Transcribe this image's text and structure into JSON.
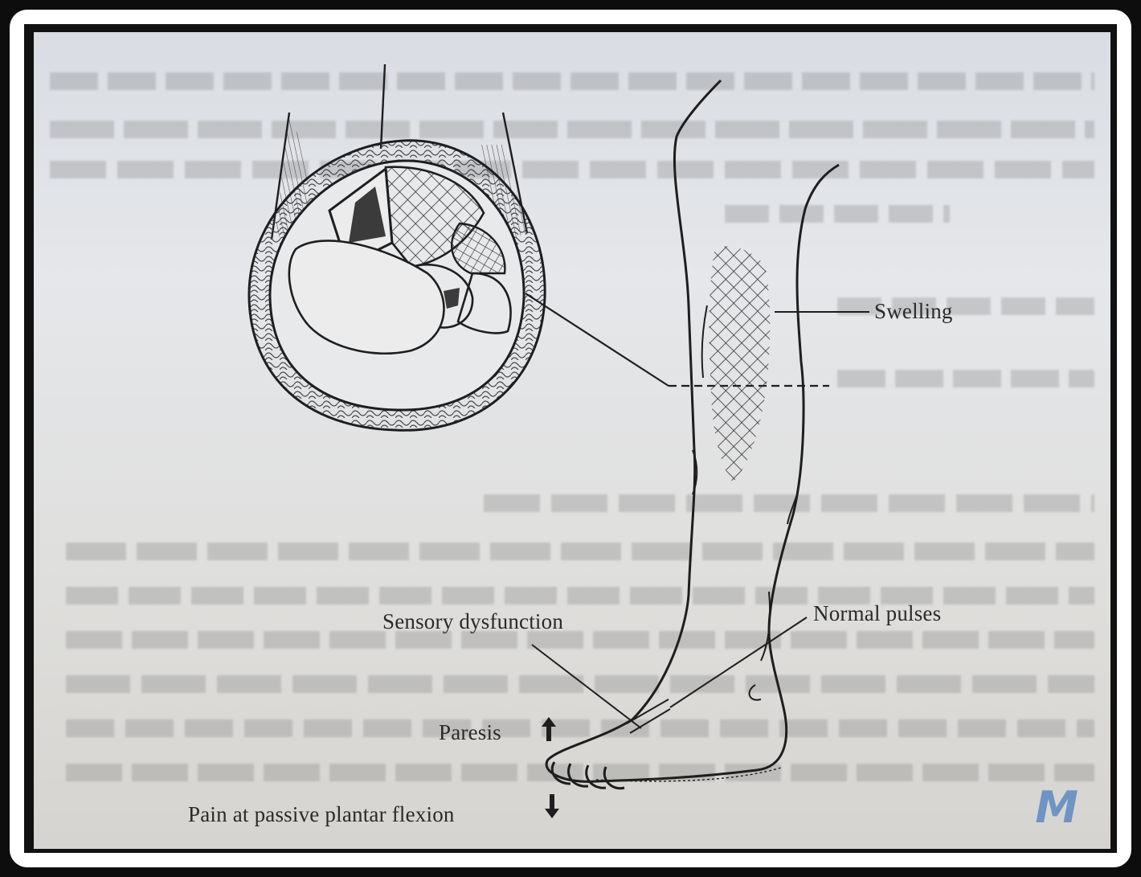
{
  "figure": {
    "labels": {
      "swelling": "Swelling",
      "normal_pulses": "Normal pulses",
      "sensory_dysfunction": "Sensory dysfunction",
      "paresis": "Paresis",
      "pain_passive_plantar_flexion": "Pain at passive plantar flexion"
    },
    "icons": {
      "paresis_indicator": "arrow-up-icon",
      "pain_indicator": "arrow-down-icon"
    },
    "watermark": "M"
  },
  "colors": {
    "frame": "#0d0d0d",
    "paper": "#e3e4e6",
    "ink": "#1e1e1e"
  }
}
